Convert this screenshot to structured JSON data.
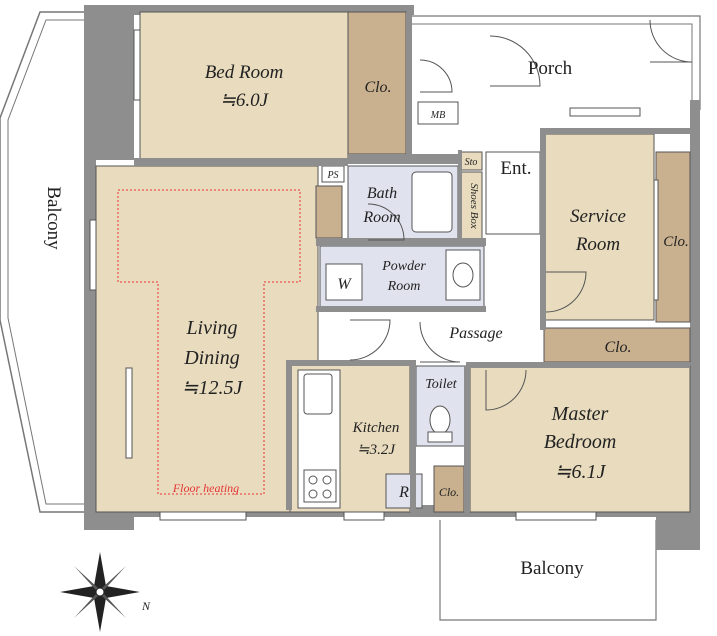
{
  "rooms": {
    "bed_room": {
      "name": "Bed Room",
      "size": "≒6.0J"
    },
    "living_dining": {
      "name_line1": "Living",
      "name_line2": "Dining",
      "size": "≒12.5J"
    },
    "kitchen": {
      "name": "Kitchen",
      "size": "≒3.2J"
    },
    "master_bedroom": {
      "name_line1": "Master",
      "name_line2": "Bedroom",
      "size": "≒6.1J"
    },
    "service_room": {
      "name_line1": "Service",
      "name_line2": "Room"
    },
    "bath_room": {
      "name_line1": "Bath",
      "name_line2": "Room"
    },
    "powder_room": {
      "name_line1": "Powder",
      "name_line2": "Room"
    },
    "toilet": {
      "name": "Toilet"
    }
  },
  "labels": {
    "porch": "Porch",
    "entrance": "Ent.",
    "passage": "Passage",
    "balcony_west": "Balcony",
    "balcony_south": "Balcony",
    "closet_bed": "Clo.",
    "closet_service": "Clo.",
    "closet_master": "Clo.",
    "closet_small": "Clo.",
    "meter_box": "MB",
    "pipe_space": "PS",
    "storage": "Sto",
    "shoes_box": "Shoes Box",
    "washer": "W",
    "refrigerator": "R",
    "floor_heating": "Floor heating",
    "north": "N"
  },
  "colors": {
    "room_fill": "#e9dcbe",
    "closet_fill": "#c9b08e",
    "wet_fill": "#e0e2ee",
    "wall": "#8e8e8e",
    "heating_line": "#e53333"
  }
}
